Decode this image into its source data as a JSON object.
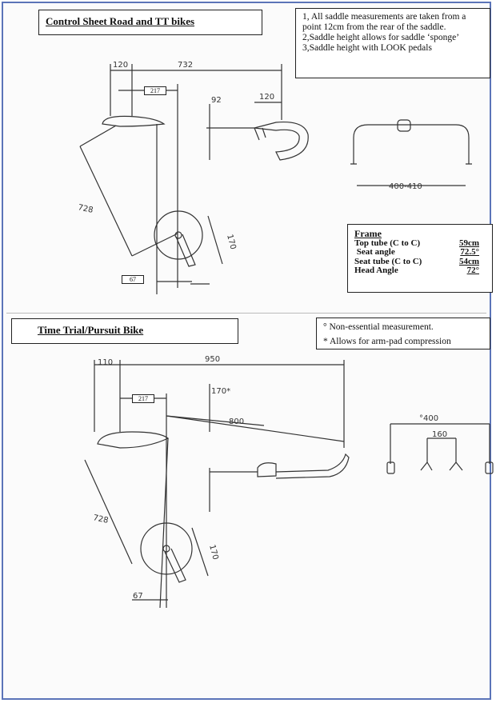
{
  "section1": {
    "title": "Control Sheet Road and TT bikes",
    "notes": [
      "1, All saddle measurements are taken from a point 12cm from the rear of the saddle.",
      "2,Saddle height allows for saddle ‘sponge’",
      "3,Saddle height with LOOK pedals"
    ],
    "dims": {
      "top_120": "120",
      "top_732": "732",
      "setback_217": "217",
      "drop_92": "92",
      "stem_120": "120",
      "seat_728": "728",
      "crank_170": "170",
      "bb_67": "67",
      "bar_width": "400-410"
    },
    "frame": {
      "heading": "Frame",
      "rows": [
        {
          "label": "Top tube (C to C)",
          "value": "59cm"
        },
        {
          "label": " Seat angle",
          "value": "72.5°"
        },
        {
          "label": "Seat tube (C to C)",
          "value": "54cm"
        },
        {
          "label": "Head Angle",
          "value": "72°"
        }
      ]
    }
  },
  "section2": {
    "title": "Time Trial/Pursuit Bike",
    "notes": [
      "° Non-essential measurement.",
      "* Allows for arm-pad compression"
    ],
    "dims": {
      "top_110": "110",
      "top_950": "950",
      "setback_217": "217",
      "drop_170": "170*",
      "reach_800": "800",
      "seat_728": "728",
      "crank_170": "170",
      "bb_67": "67",
      "bar_400": "°400",
      "bar_160": "160"
    }
  }
}
